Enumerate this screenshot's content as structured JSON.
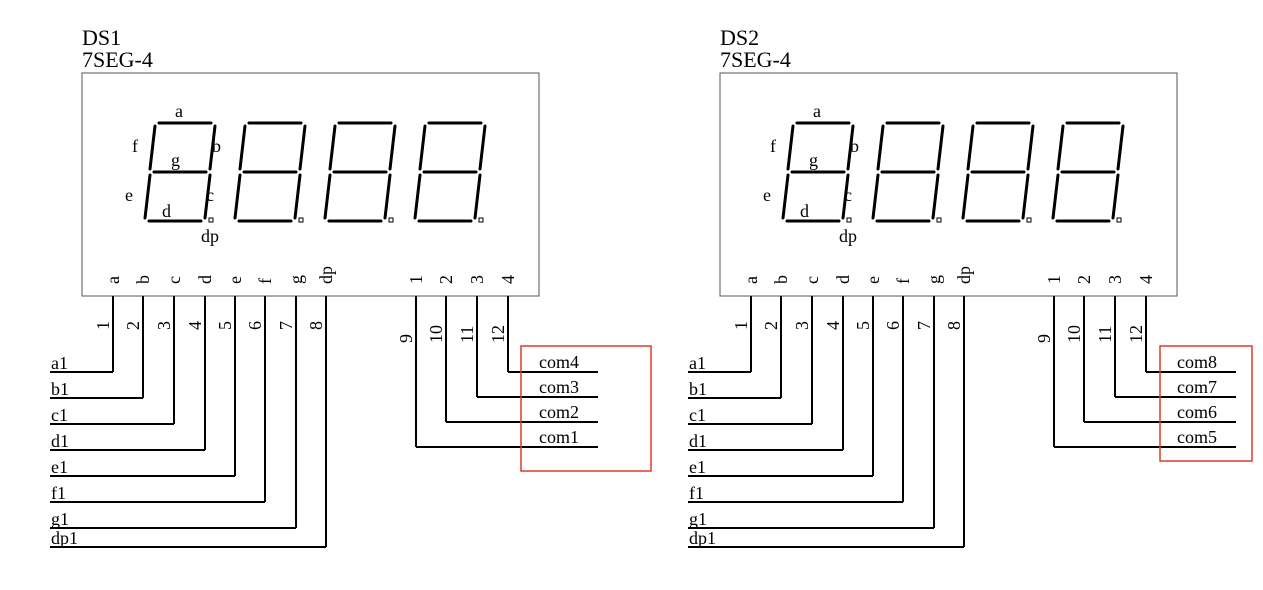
{
  "colors": {
    "highlight": "#e03c28",
    "ink": "#000000",
    "frame": "#555555"
  },
  "displays": [
    {
      "ref": "DS1",
      "part": "7SEG-4",
      "segment_letters": [
        "a",
        "b",
        "c",
        "d",
        "e",
        "f",
        "g"
      ],
      "dp_label": "dp",
      "pin_names": [
        "a",
        "b",
        "c",
        "d",
        "e",
        "f",
        "g",
        "dp"
      ],
      "pin_numbers": [
        "1",
        "2",
        "3",
        "4",
        "5",
        "6",
        "7",
        "8"
      ],
      "digit_names": [
        "1",
        "2",
        "3",
        "4"
      ],
      "digit_pin_numbers": [
        "9",
        "10",
        "11",
        "12"
      ],
      "nets": [
        "a1",
        "b1",
        "c1",
        "d1",
        "e1",
        "f1",
        "g1",
        "dp1"
      ],
      "com_nets": [
        "com4",
        "com3",
        "com2",
        "com1"
      ]
    },
    {
      "ref": "DS2",
      "part": "7SEG-4",
      "segment_letters": [
        "a",
        "b",
        "c",
        "d",
        "e",
        "f",
        "g"
      ],
      "dp_label": "dp",
      "pin_names": [
        "a",
        "b",
        "c",
        "d",
        "e",
        "f",
        "g",
        "dp"
      ],
      "pin_numbers": [
        "1",
        "2",
        "3",
        "4",
        "5",
        "6",
        "7",
        "8"
      ],
      "digit_names": [
        "1",
        "2",
        "3",
        "4"
      ],
      "digit_pin_numbers": [
        "9",
        "10",
        "11",
        "12"
      ],
      "nets": [
        "a1",
        "b1",
        "c1",
        "d1",
        "e1",
        "f1",
        "g1",
        "dp1"
      ],
      "com_nets": [
        "com8",
        "com7",
        "com6",
        "com5"
      ]
    }
  ]
}
